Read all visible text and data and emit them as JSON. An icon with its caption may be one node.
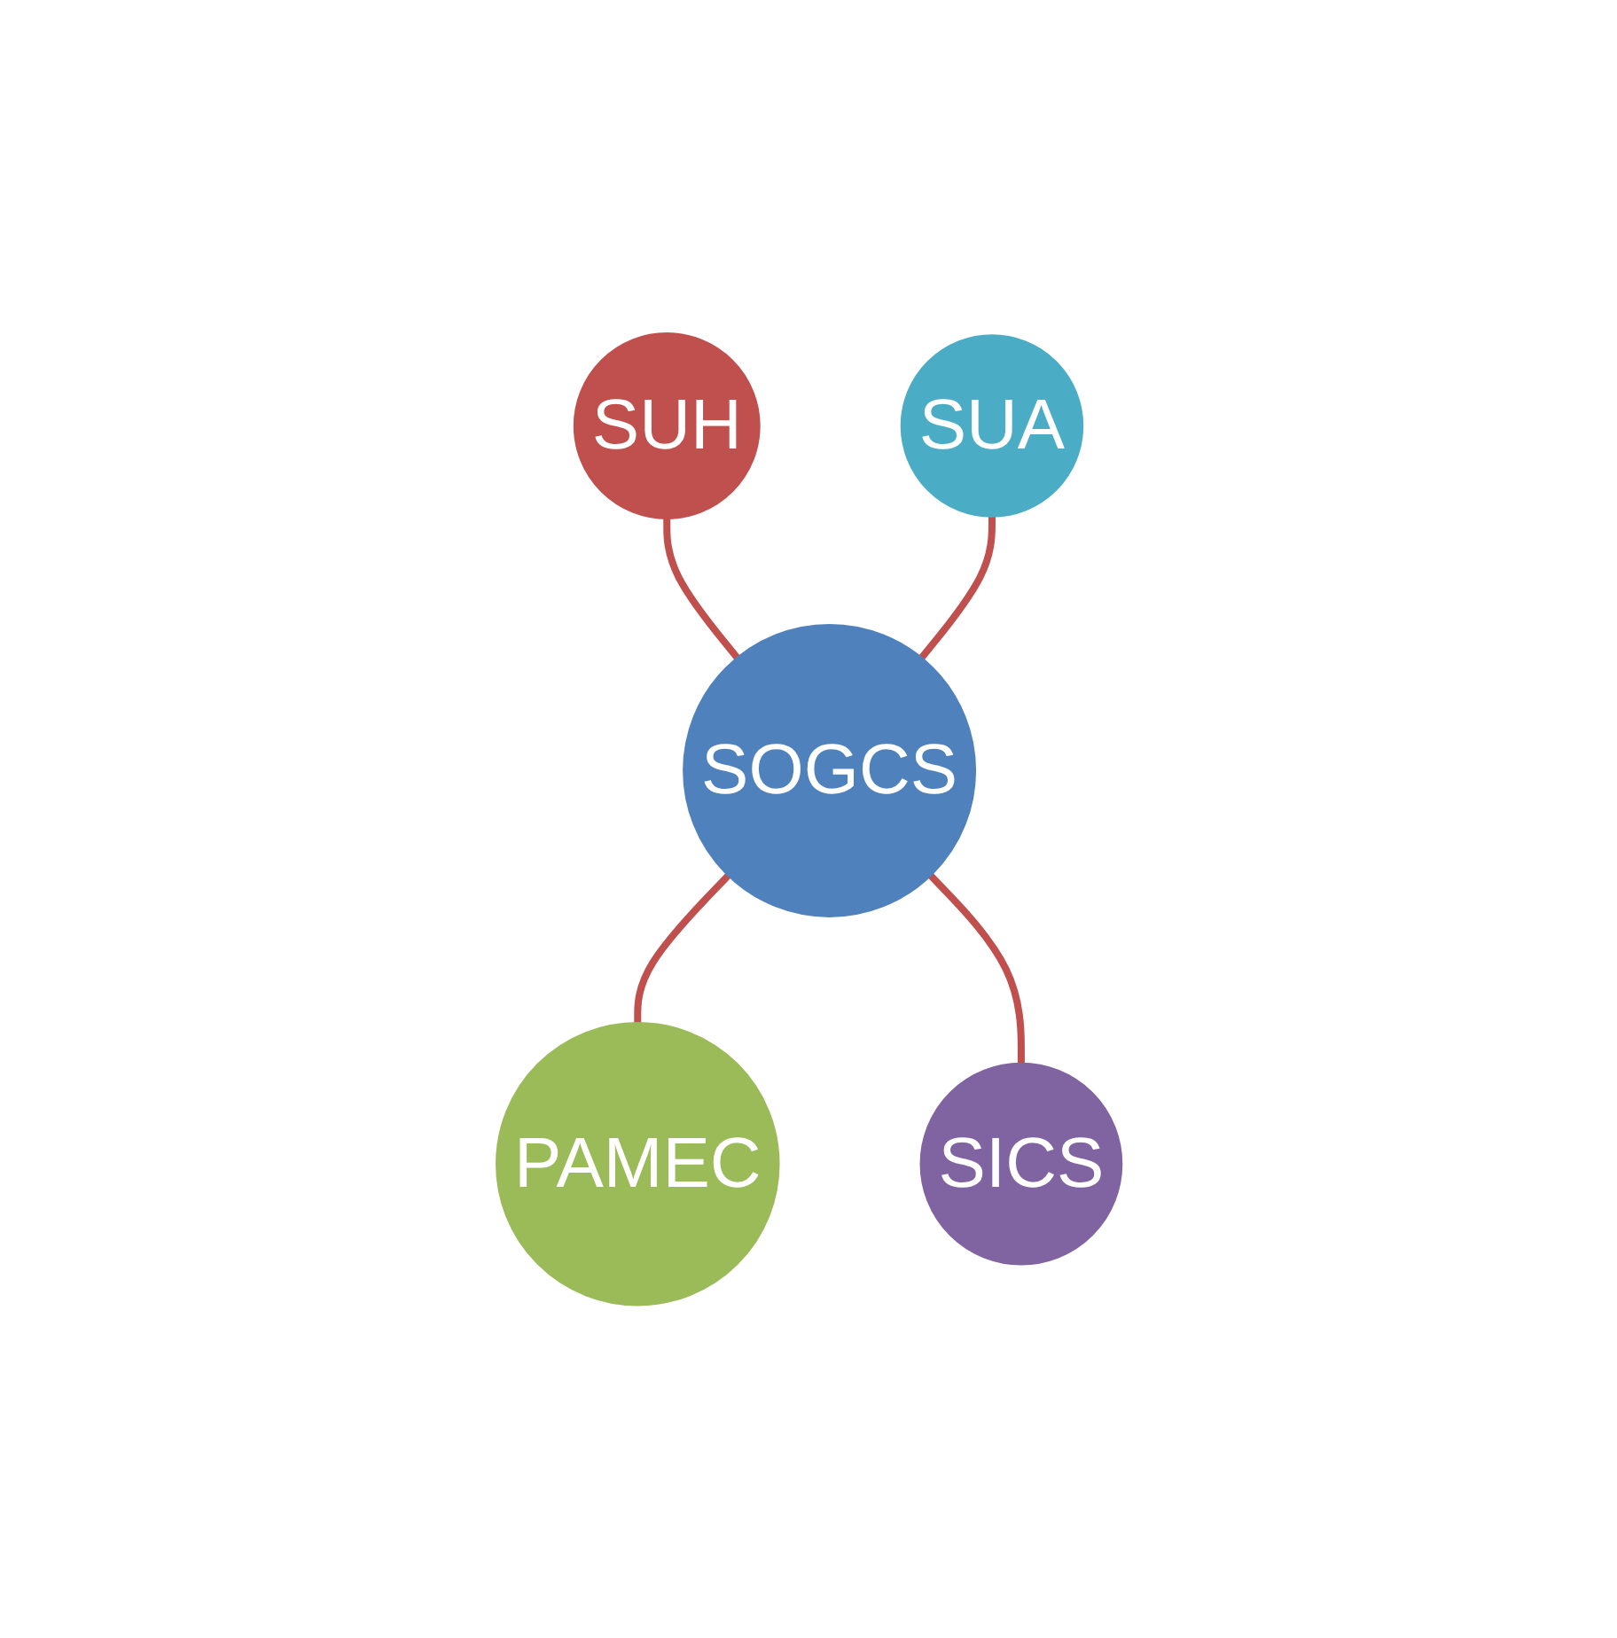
{
  "diagram": {
    "nodes": [
      {
        "text": [
          "SUH"
        ]
      },
      {
        "text": [
          "SUA"
        ]
      },
      {
        "text": [
          "SOGCS"
        ]
      },
      {
        "text": [
          "PAMEC"
        ]
      },
      {
        "text": [
          "SICS"
        ]
      }
    ],
    "edges": [
      {
        "from": 0,
        "to": 2,
        "arrow": "none"
      },
      {
        "from": 1,
        "to": 2,
        "arrow": "none"
      },
      {
        "from": 2,
        "to": 3,
        "arrow": "none"
      },
      {
        "from": 2,
        "to": 4,
        "arrow": "none"
      }
    ]
  }
}
